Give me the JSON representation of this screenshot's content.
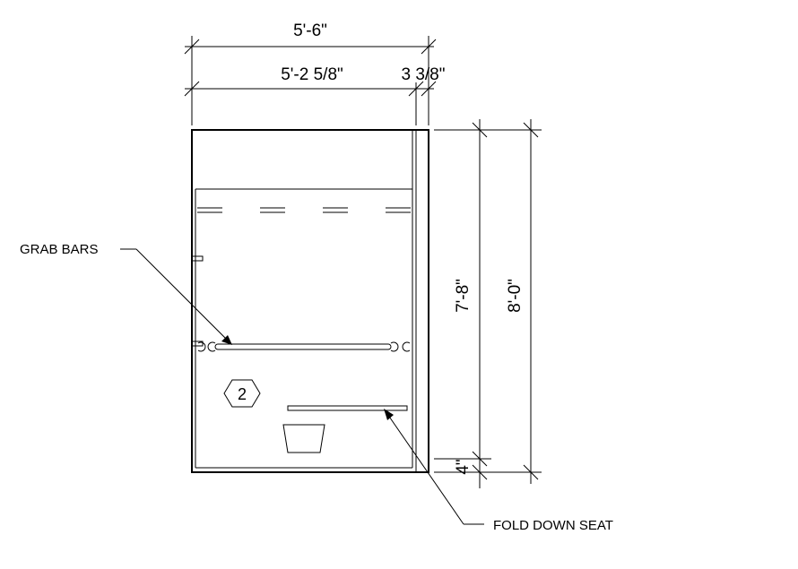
{
  "dimensions": {
    "overall_width": "5'-6\"",
    "inner_width": "5'-2 5/8\"",
    "wall_thickness": "3 3/8\"",
    "inner_height": "7'-8\"",
    "overall_height": "8'-0\"",
    "base_height": "4\""
  },
  "labels": {
    "grab_bars": "GRAB BARS",
    "fold_down_seat": "FOLD DOWN SEAT"
  },
  "tag": {
    "number": "2"
  }
}
